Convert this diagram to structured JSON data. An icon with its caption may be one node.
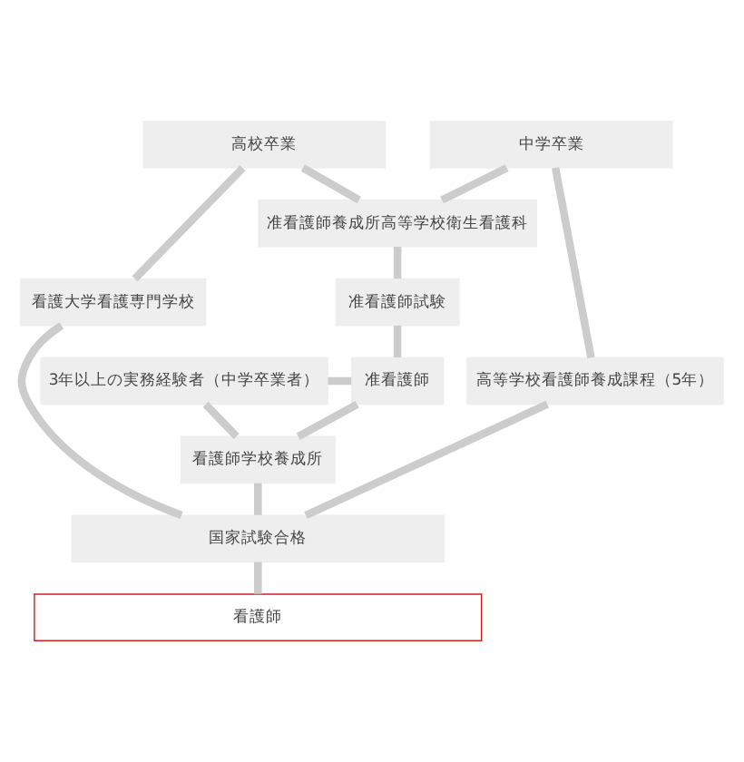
{
  "diagram": {
    "nodes": [
      {
        "text": [
          "高校卒業"
        ]
      },
      {
        "text": [
          "中学卒業"
        ]
      },
      {
        "text": [
          "看護大学看護専門学校"
        ]
      },
      {
        "text": [
          "准看護師養成所高等学校衛生看護科"
        ]
      },
      {
        "text": [
          "高等学校看護師養成課程（5年）"
        ]
      },
      {
        "text": [
          "准看護師試験"
        ]
      },
      {
        "text": [
          "3年以上の実務経験者（中学卒業者）"
        ]
      },
      {
        "text": [
          "准看護師"
        ]
      },
      {
        "text": [
          "看護師学校養成所"
        ]
      },
      {
        "text": [
          "国家試験合格"
        ]
      },
      {
        "text": [
          "看護師"
        ]
      }
    ],
    "edges": [
      {
        "from": 0,
        "to": 2,
        "arrow": "none"
      },
      {
        "from": 0,
        "to": 3,
        "arrow": "none"
      },
      {
        "from": 1,
        "to": 3,
        "arrow": "none"
      },
      {
        "from": 1,
        "to": 4,
        "arrow": "none"
      },
      {
        "from": 3,
        "to": 5,
        "arrow": "none"
      },
      {
        "from": 5,
        "to": 7,
        "arrow": "none"
      },
      {
        "from": 6,
        "to": 7,
        "arrow": "none"
      },
      {
        "from": 6,
        "to": 8,
        "arrow": "none"
      },
      {
        "from": 7,
        "to": 8,
        "arrow": "none"
      },
      {
        "from": 2,
        "to": 9,
        "arrow": "none"
      },
      {
        "from": 8,
        "to": 9,
        "arrow": "none"
      },
      {
        "from": 4,
        "to": 9,
        "arrow": "none"
      },
      {
        "from": 9,
        "to": 10,
        "arrow": "none"
      }
    ]
  }
}
